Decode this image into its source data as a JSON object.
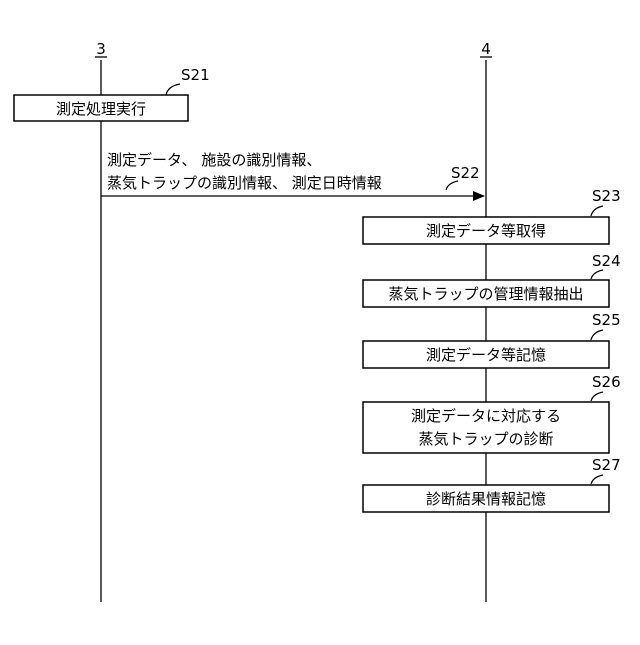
{
  "lifelines": [
    {
      "label": "3"
    },
    {
      "label": "4"
    }
  ],
  "steps": {
    "s21": {
      "id": "S21",
      "lines": [
        "測定処理実行"
      ]
    },
    "s22": {
      "id": "S22",
      "lines": [
        "測定データ、 施設の識別情報、",
        "蒸気トラップの識別情報、 測定日時情報"
      ]
    },
    "s23": {
      "id": "S23",
      "lines": [
        "測定データ等取得"
      ]
    },
    "s24": {
      "id": "S24",
      "lines": [
        "蒸気トラップの管理情報抽出"
      ]
    },
    "s25": {
      "id": "S25",
      "lines": [
        "測定データ等記憶"
      ]
    },
    "s26": {
      "id": "S26",
      "lines": [
        "測定データに対応する",
        "蒸気トラップの診断"
      ]
    },
    "s27": {
      "id": "S27",
      "lines": [
        "診断結果情報記憶"
      ]
    }
  }
}
